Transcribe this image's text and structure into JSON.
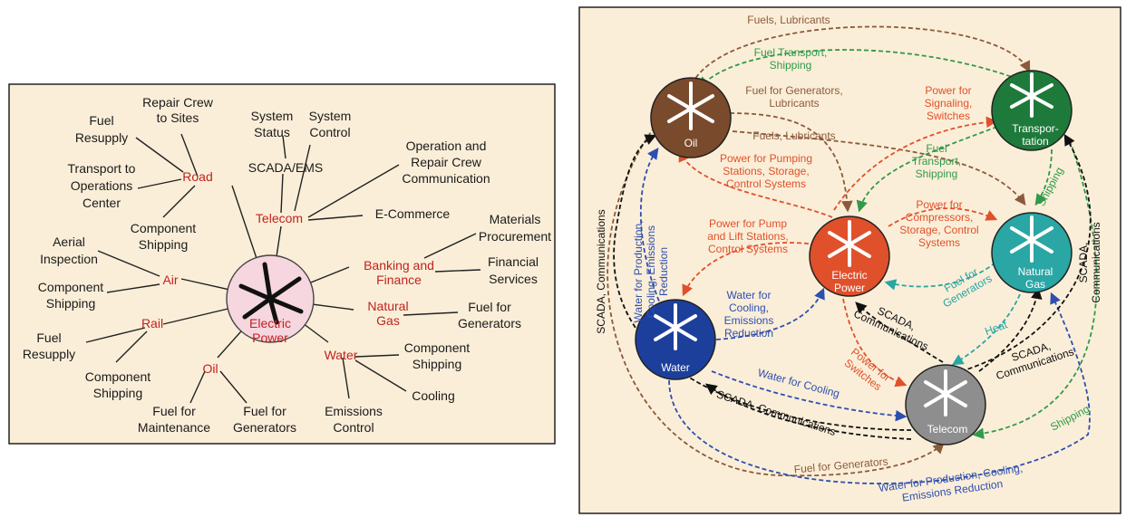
{
  "left_diagram": {
    "center": {
      "line1": "Electric",
      "line2": "Power"
    },
    "hubs": {
      "road": "Road",
      "telecom": "Telecom",
      "air": "Air",
      "rail": "Rail",
      "oil": "Oil",
      "banking": {
        "line1": "Banking and",
        "line2": "Finance"
      },
      "natgas": {
        "line1": "Natural",
        "line2": "Gas"
      },
      "water": "Water"
    },
    "leaves": {
      "repair_crew": [
        "Repair Crew",
        "to Sites"
      ],
      "fuel_resupply_road": [
        "Fuel",
        "Resupply"
      ],
      "transport_ops": [
        "Transport to",
        "Operations",
        "Center"
      ],
      "component_shipping_road": [
        "Component",
        "Shipping"
      ],
      "system_status": [
        "System",
        "Status"
      ],
      "system_control": [
        "System",
        "Control"
      ],
      "scada_ems": [
        "SCADA/EMS"
      ],
      "op_repair_comm": [
        "Operation and",
        "Repair Crew",
        "Communication"
      ],
      "ecommerce": [
        "E-Commerce"
      ],
      "materials": [
        "Materials",
        "Procurement"
      ],
      "financial": [
        "Financial",
        "Services"
      ],
      "fuel_generators_gas": [
        "Fuel for",
        "Generators"
      ],
      "component_shipping_water": [
        "Component",
        "Shipping"
      ],
      "cooling": [
        "Cooling"
      ],
      "emissions_control": [
        "Emissions",
        "Control"
      ],
      "fuel_generators_oil": [
        "Fuel for",
        "Generators"
      ],
      "fuel_maintenance": [
        "Fuel for",
        "Maintenance"
      ],
      "component_shipping_rail": [
        "Component",
        "Shipping"
      ],
      "fuel_resupply_rail": [
        "Fuel",
        "Resupply"
      ],
      "component_shipping_air": [
        "Component",
        "Shipping"
      ],
      "aerial_inspection": [
        "Aerial",
        "Inspection"
      ]
    }
  },
  "right_diagram": {
    "nodes": {
      "oil": {
        "label": "Oil",
        "color": "#7a4a2c"
      },
      "transportation": {
        "line1": "Transpor-",
        "line2": "tation",
        "color": "#1e7a3a"
      },
      "electric": {
        "line1": "Electric",
        "line2": "Power",
        "color": "#e0502a"
      },
      "natgas": {
        "line1": "Natural",
        "line2": "Gas",
        "color": "#2aa6a4"
      },
      "water": {
        "label": "Water",
        "color": "#1d3f9c"
      },
      "telecom": {
        "label": "Telecom",
        "color": "#8e8e8e"
      }
    },
    "edge_labels": {
      "fuels_lubricants_top": [
        "Fuels, Lubricants"
      ],
      "fuel_transport_shipping_top": [
        "Fuel Transport,",
        "Shipping"
      ],
      "fuel_gen_lubricants": [
        "Fuel for Generators,",
        "Lubricants"
      ],
      "fuels_lubricants_mid": [
        "Fuels, Lubricants"
      ],
      "power_signaling": [
        "Power for",
        "Signaling,",
        "Switches"
      ],
      "fuel_transport_shipping_mid": [
        "Fuel",
        "Transport,",
        "Shipping"
      ],
      "shipping_right": [
        "Shipping"
      ],
      "power_pumping": [
        "Power for Pumping",
        "Stations, Storage,",
        "Control Systems"
      ],
      "power_compressors": [
        "Power for",
        "Compressors,",
        "Storage, Control",
        "Systems"
      ],
      "power_pump_lift": [
        "Power for Pump",
        "and Lift Stations,",
        "Control Systems"
      ],
      "water_cooling_emissions": [
        "Water for",
        "Cooling,",
        "Emissions",
        "Reduction"
      ],
      "water_production": [
        "Water for Production,",
        "Cooling, Emissions",
        "Reduction"
      ],
      "scada_left": [
        "SCADA, Communications"
      ],
      "fuel_for_generators": [
        "Fuel for",
        "Generators"
      ],
      "scada_right": [
        "SCADA,",
        "Communications"
      ],
      "heat": [
        "Heat"
      ],
      "scada_comm_center": [
        "SCADA,",
        "Communications"
      ],
      "scada_comm_right_low": [
        "SCADA,",
        "Communications"
      ],
      "power_switches": [
        "Power for",
        "Switches"
      ],
      "water_for_cooling": [
        "Water for Cooling"
      ],
      "scada_comm_bottom": [
        "SCADA, Communications"
      ],
      "fuel_gen_bottom": [
        "Fuel for Generators"
      ],
      "shipping_bottom": [
        "Shipping"
      ],
      "water_production_bottom": [
        "Water for Production, Cooling,",
        "Emissions Reduction"
      ]
    }
  }
}
